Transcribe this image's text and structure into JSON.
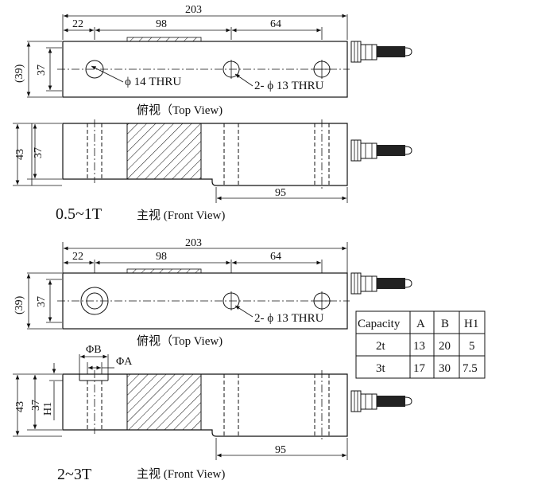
{
  "dims": {
    "total_length": "203",
    "left_offset": "22",
    "mid_span": "98",
    "right_span": "64",
    "bottom_span": "95",
    "height_outer_paren": "(39)",
    "height_inner": "37",
    "height_front": "43",
    "h1_label": "H1",
    "phi_b": "ΦB",
    "phi_a": "ΦA"
  },
  "callouts": {
    "hole_large": "ϕ 14 THRU",
    "hole_pair": "2- ϕ 13 THRU"
  },
  "views": {
    "top_view": "俯视（Top View)",
    "front_view": "主视 (Front View)"
  },
  "models": {
    "small": "0.5~1T",
    "large": "2~3T"
  },
  "table": {
    "headers": [
      "Capacity",
      "A",
      "B",
      "H1"
    ],
    "rows": [
      [
        "2t",
        "13",
        "20",
        "5"
      ],
      [
        "3t",
        "17",
        "30",
        "7.5"
      ]
    ]
  }
}
